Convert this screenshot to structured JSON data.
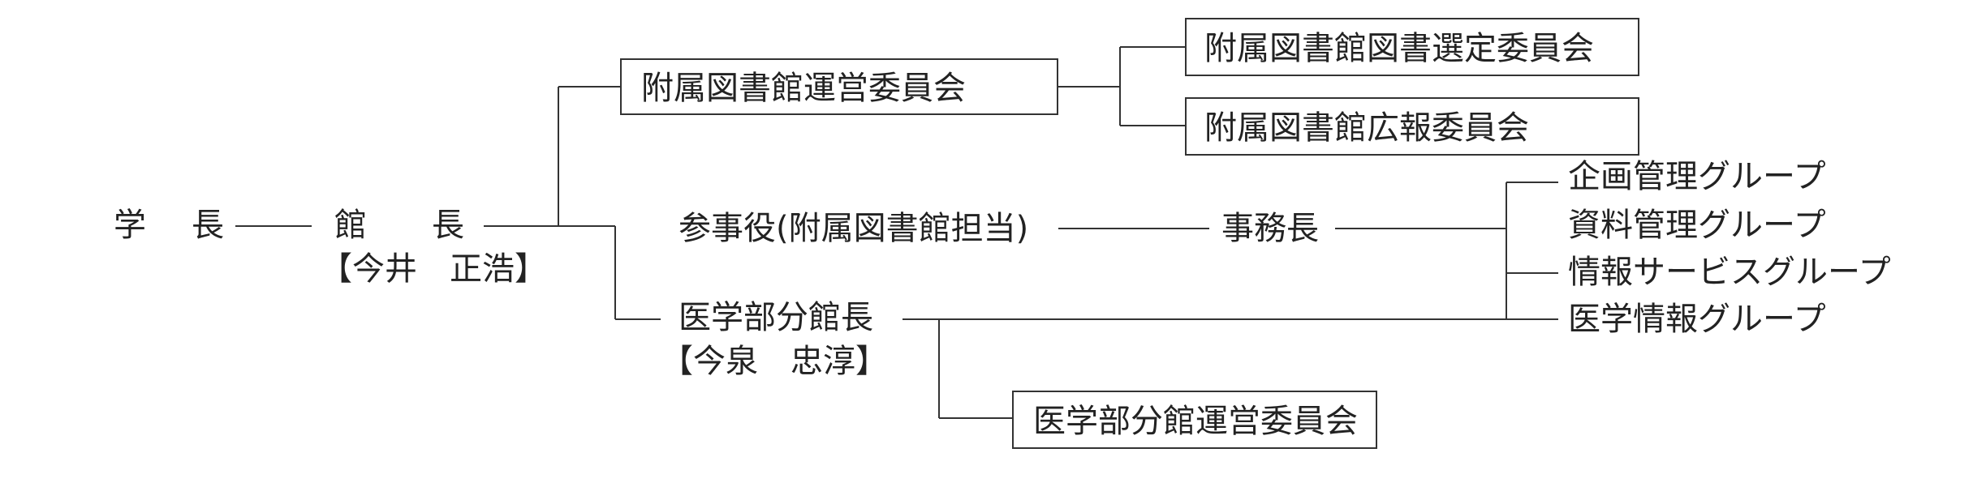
{
  "president": "学　長",
  "director": {
    "title": "館　　長",
    "name": "【今井　正浩】"
  },
  "main_committee": "附属図書館運営委員会",
  "sub_committees": [
    "附属図書館図書選定委員会",
    "附属図書館広報委員会"
  ],
  "councillor": "参事役(附属図書館担当)",
  "office_manager": "事務長",
  "groups": [
    "企画管理グループ",
    "資料管理グループ",
    "情報サービスグループ",
    "医学情報グループ"
  ],
  "medical_branch": {
    "title": "医学部分館長",
    "name": "【今泉　忠淳】",
    "committee": "医学部分館運営委員会"
  }
}
